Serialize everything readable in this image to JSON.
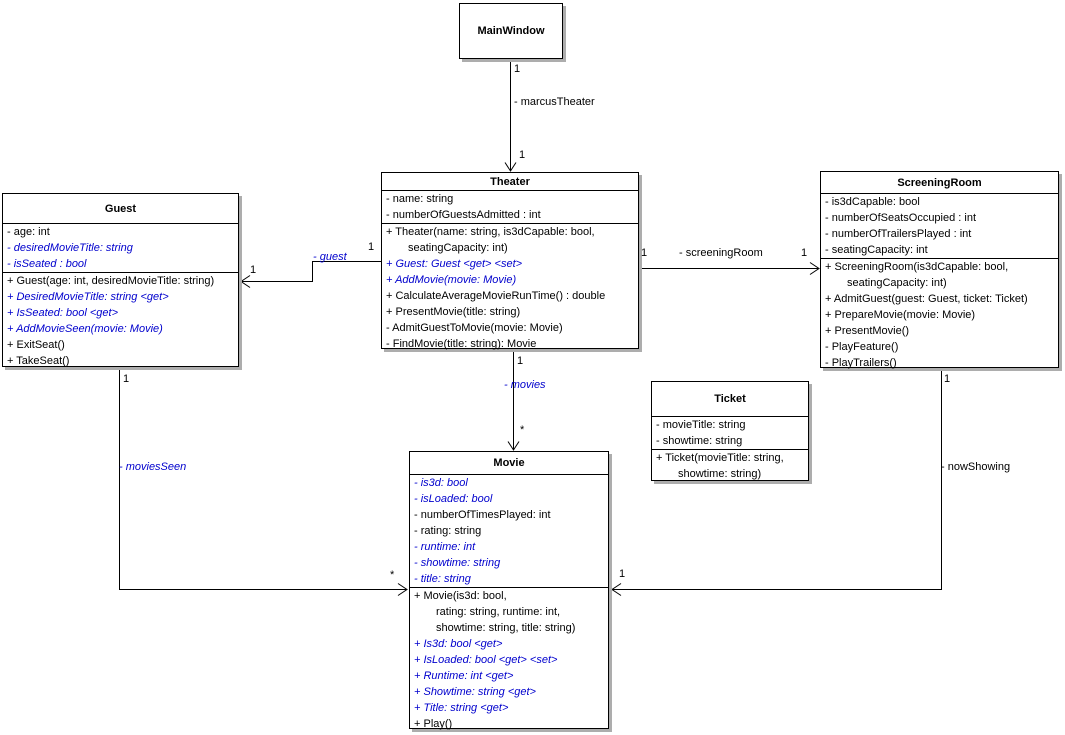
{
  "colors": {
    "emphasis": "#0000cd",
    "shadow": "#adadad",
    "line": "#000000",
    "box_fill": "#ffffff"
  },
  "classes": {
    "mainwindow": {
      "name": "MainWindow",
      "attributes": [],
      "methods": []
    },
    "theater": {
      "name": "Theater",
      "attributes": [
        {
          "text": "- name: string",
          "emph": false
        },
        {
          "text": "- numberOfGuestsAdmitted : int",
          "emph": false
        }
      ],
      "methods": [
        {
          "text": "+ Theater(name: string, is3dCapable: bool,",
          "emph": false
        },
        {
          "text": "seatingCapacity: int)",
          "emph": false
        },
        {
          "text": "+ Guest: Guest <get> <set>",
          "emph": true
        },
        {
          "text": "+ AddMovie(movie: Movie)",
          "emph": true
        },
        {
          "text": "+ CalculateAverageMovieRunTime() : double",
          "emph": false
        },
        {
          "text": "+ PresentMovie(title: string)",
          "emph": false
        },
        {
          "text": "- AdmitGuestToMovie(movie: Movie)",
          "emph": false
        },
        {
          "text": "- FindMovie(title: string): Movie",
          "emph": false
        }
      ]
    },
    "guest": {
      "name": "Guest",
      "attributes": [
        {
          "text": "- age: int",
          "emph": false
        },
        {
          "text": "- desiredMovieTitle: string",
          "emph": true
        },
        {
          "text": "- isSeated : bool",
          "emph": true
        }
      ],
      "methods": [
        {
          "text": "+ Guest(age: int, desiredMovieTitle: string)",
          "emph": false
        },
        {
          "text": "+ DesiredMovieTitle: string <get>",
          "emph": true
        },
        {
          "text": "+ IsSeated: bool <get>",
          "emph": true
        },
        {
          "text": "+ AddMovieSeen(movie: Movie)",
          "emph": true
        },
        {
          "text": "+ ExitSeat()",
          "emph": false
        },
        {
          "text": "+ TakeSeat()",
          "emph": false
        }
      ]
    },
    "screeningroom": {
      "name": "ScreeningRoom",
      "attributes": [
        {
          "text": "- is3dCapable: bool",
          "emph": false
        },
        {
          "text": "- numberOfSeatsOccupied : int",
          "emph": false
        },
        {
          "text": "- numberOfTrailersPlayed : int",
          "emph": false
        },
        {
          "text": "- seatingCapacity: int",
          "emph": false
        }
      ],
      "methods": [
        {
          "text": "+ ScreeningRoom(is3dCapable: bool,",
          "emph": false
        },
        {
          "text": "seatingCapacity: int)",
          "emph": false
        },
        {
          "text": "+ AdmitGuest(guest: Guest, ticket: Ticket)",
          "emph": false
        },
        {
          "text": "+ PrepareMovie(movie: Movie)",
          "emph": false
        },
        {
          "text": "+ PresentMovie()",
          "emph": false
        },
        {
          "text": "- PlayFeature()",
          "emph": false
        },
        {
          "text": "- PlayTrailers()",
          "emph": false
        }
      ]
    },
    "ticket": {
      "name": "Ticket",
      "attributes": [
        {
          "text": "- movieTitle: string",
          "emph": false
        },
        {
          "text": "- showtime: string",
          "emph": false
        }
      ],
      "methods": [
        {
          "text": "+ Ticket(movieTitle: string,",
          "emph": false
        },
        {
          "text": "showtime: string)",
          "emph": false
        }
      ]
    },
    "movie": {
      "name": "Movie",
      "attributes": [
        {
          "text": "- is3d: bool",
          "emph": true
        },
        {
          "text": "- isLoaded: bool",
          "emph": true
        },
        {
          "text": "- numberOfTimesPlayed: int",
          "emph": false
        },
        {
          "text": "- rating: string",
          "emph": false
        },
        {
          "text": "- runtime: int",
          "emph": true
        },
        {
          "text": "- showtime: string",
          "emph": true
        },
        {
          "text": "- title: string",
          "emph": true
        }
      ],
      "methods": [
        {
          "text": "+ Movie(is3d: bool,",
          "emph": false
        },
        {
          "text": "rating: string, runtime: int,",
          "emph": false
        },
        {
          "text": "showtime: string, title: string)",
          "emph": false
        },
        {
          "text": "+ Is3d: bool <get>",
          "emph": true
        },
        {
          "text": "+ IsLoaded: bool <get> <set>",
          "emph": true
        },
        {
          "text": "+ Runtime: int <get>",
          "emph": true
        },
        {
          "text": "+ Showtime: string <get>",
          "emph": true
        },
        {
          "text": "+ Title: string <get>",
          "emph": true
        },
        {
          "text": "+ Play()",
          "emph": false
        }
      ]
    }
  },
  "connectors": {
    "mainwindow_theater": {
      "source_mult": "1",
      "label": "- marcusTheater",
      "target_mult": "1"
    },
    "theater_guest": {
      "source_mult": "1",
      "label": "- guest",
      "target_mult": "1"
    },
    "theater_screeningroom": {
      "source_mult": "1",
      "label": "- screeningRoom",
      "target_mult": "1"
    },
    "theater_movie": {
      "source_mult": "1",
      "label": "- movies",
      "target_mult": "*"
    },
    "guest_movie": {
      "source_mult": "1",
      "label": "- moviesSeen",
      "target_mult": "*"
    },
    "screeningroom_movie": {
      "source_mult": "1",
      "label": "- nowShowing",
      "target_mult": "1"
    }
  }
}
